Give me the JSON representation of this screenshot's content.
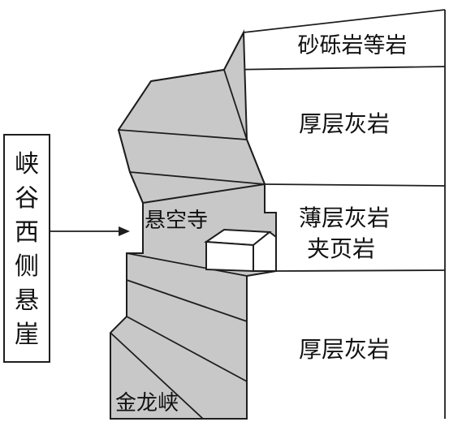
{
  "side_label": "峡谷西侧悬崖",
  "strata": {
    "top": "砂砾岩等岩",
    "upper_limestone": "厚层灰岩",
    "thin_limestone_line1": "薄层灰岩",
    "thin_limestone_line2": "夹页岩",
    "lower_limestone": "厚层灰岩"
  },
  "temple_label": "悬空寺",
  "gorge_label": "金龙峡",
  "colors": {
    "cliff": "#c8c8c8",
    "line": "#1e1e1e",
    "background": "#ffffff"
  }
}
